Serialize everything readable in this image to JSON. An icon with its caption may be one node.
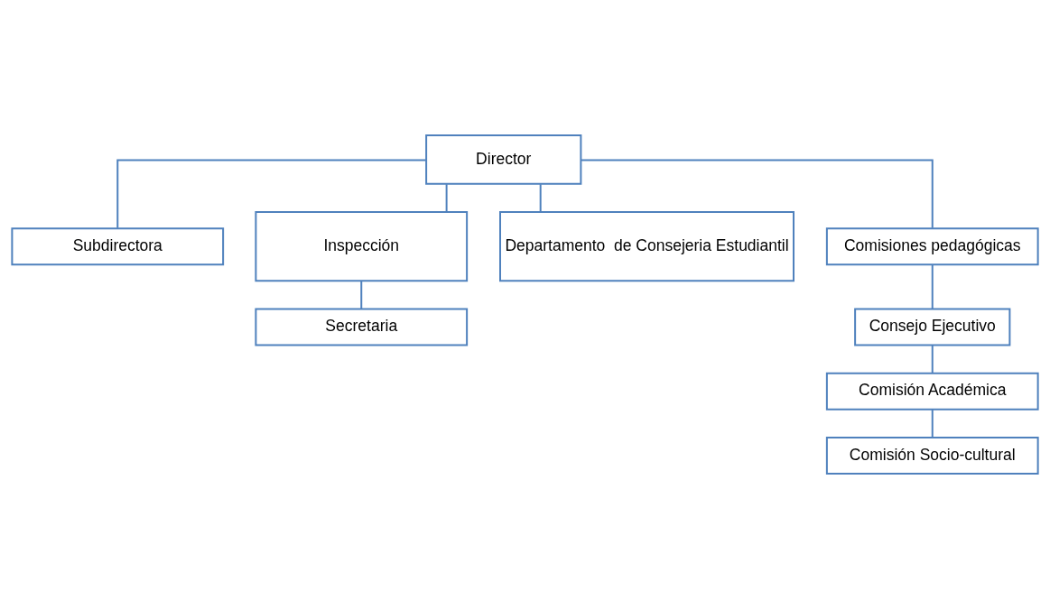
{
  "diagram": {
    "nodes": [
      {
        "text": [
          "Director"
        ]
      },
      {
        "text": [
          "Subdirectora"
        ]
      },
      {
        "text": [
          "Inspección"
        ]
      },
      {
        "text": [
          "Departamento  de Consejeria Estudiantil"
        ]
      },
      {
        "text": [
          "Comisiones pedagógicas"
        ]
      },
      {
        "text": [
          "Secretaria"
        ]
      },
      {
        "text": [
          "Consejo Ejecutivo"
        ]
      },
      {
        "text": [
          "Comisión Académica"
        ]
      },
      {
        "text": [
          "Comisión Socio-cultural"
        ]
      }
    ],
    "edges": [
      {
        "from": 0,
        "to": 1,
        "arrow": "none"
      },
      {
        "from": 0,
        "to": 2,
        "arrow": "none"
      },
      {
        "from": 0,
        "to": 3,
        "arrow": "none"
      },
      {
        "from": 0,
        "to": 4,
        "arrow": "none"
      },
      {
        "from": 2,
        "to": 5,
        "arrow": "none"
      },
      {
        "from": 4,
        "to": 6,
        "arrow": "none"
      },
      {
        "from": 6,
        "to": 7,
        "arrow": "none"
      },
      {
        "from": 7,
        "to": 8,
        "arrow": "none"
      }
    ]
  }
}
